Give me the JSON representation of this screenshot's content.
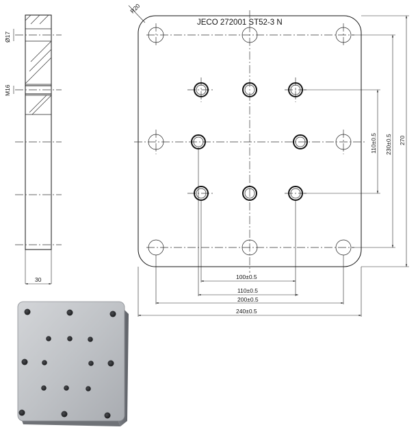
{
  "drawing": {
    "title": "JECO 272001 ST52-3 N",
    "radius_label": "R20",
    "thickness_label": "30",
    "hole_diameter_label": "Ø17",
    "thread_label": "M16",
    "dims": {
      "w100": "100±0.5",
      "w110": "110±0.5",
      "w200": "200±0.5",
      "w240": "240±0.5",
      "h110": "110±0.5",
      "h230": "230±0.5",
      "h270": "270"
    }
  },
  "colors": {
    "line": "#111111",
    "plate_render": "#b9bcc0"
  }
}
